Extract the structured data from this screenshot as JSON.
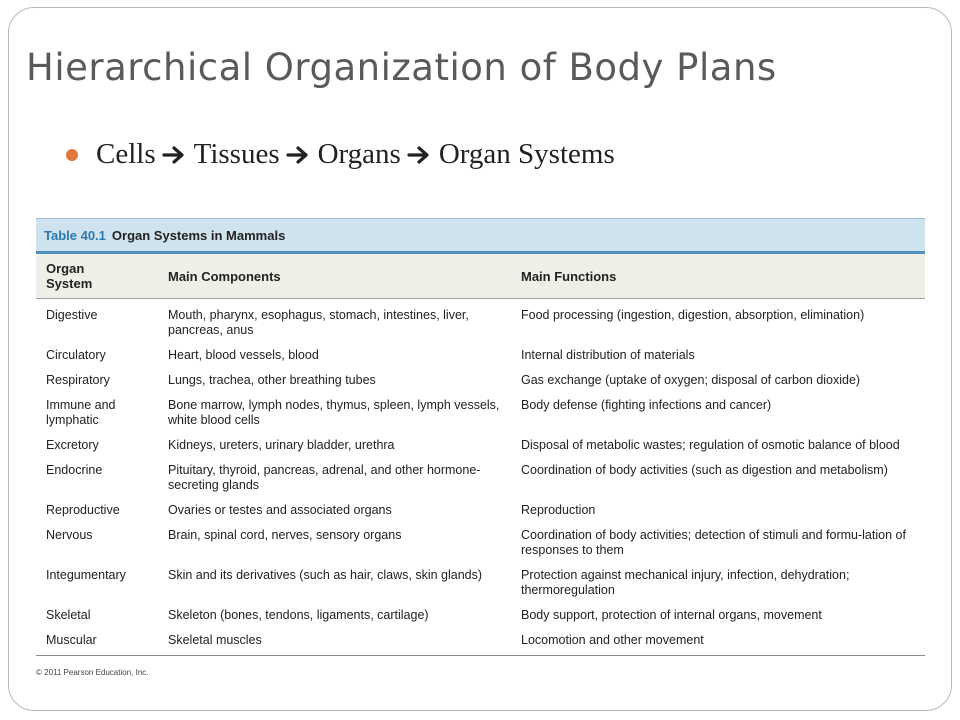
{
  "slide": {
    "title": "Hierarchical Organization of Body Plans",
    "bullet": {
      "items": [
        "Cells",
        "Tissues",
        "Organs",
        "Organ Systems"
      ],
      "separator_icon": "right-arrow-icon"
    }
  },
  "table": {
    "caption_number": "Table 40.1",
    "caption_title": "Organ Systems in Mammals",
    "headers": [
      "Organ\nSystem",
      "Main Components",
      "Main Functions"
    ],
    "rows": [
      [
        "Digestive",
        "Mouth, pharynx, esophagus, stomach, intestines, liver, pancreas, anus",
        "Food processing (ingestion, digestion, absorption, elimination)"
      ],
      [
        "Circulatory",
        "Heart, blood vessels, blood",
        "Internal distribution of materials"
      ],
      [
        "Respiratory",
        "Lungs, trachea, other breathing tubes",
        "Gas exchange (uptake of oxygen; disposal of carbon dioxide)"
      ],
      [
        "Immune and lymphatic",
        "Bone marrow, lymph nodes, thymus, spleen, lymph vessels, white blood cells",
        "Body defense (fighting infections and cancer)"
      ],
      [
        "Excretory",
        "Kidneys, ureters, urinary bladder, urethra",
        "Disposal of metabolic wastes; regulation of osmotic balance of blood"
      ],
      [
        "Endocrine",
        "Pituitary, thyroid, pancreas, adrenal, and other hormone-secreting glands",
        "Coordination of body activities (such as digestion and metabolism)"
      ],
      [
        "Reproductive",
        "Ovaries or testes and associated organs",
        "Reproduction"
      ],
      [
        "Nervous",
        "Brain, spinal cord, nerves, sensory organs",
        "Coordination of body activities; detection of stimuli and formu-lation of responses to them"
      ],
      [
        "Integumentary",
        "Skin and its derivatives (such as hair, claws, skin glands)",
        "Protection against mechanical injury, infection, dehydration; thermoregulation"
      ],
      [
        "Skeletal",
        "Skeleton (bones, tendons, ligaments, cartilage)",
        "Body support, protection of internal organs, movement"
      ],
      [
        "Muscular",
        "Skeletal muscles",
        "Locomotion and other movement"
      ]
    ],
    "copyright": "© 2011 Pearson Education, Inc."
  },
  "colors": {
    "bullet": "#e07a3c",
    "caption_bg": "#cfe3ee",
    "caption_number": "#2a78b0",
    "header_bg": "#efefe8"
  }
}
